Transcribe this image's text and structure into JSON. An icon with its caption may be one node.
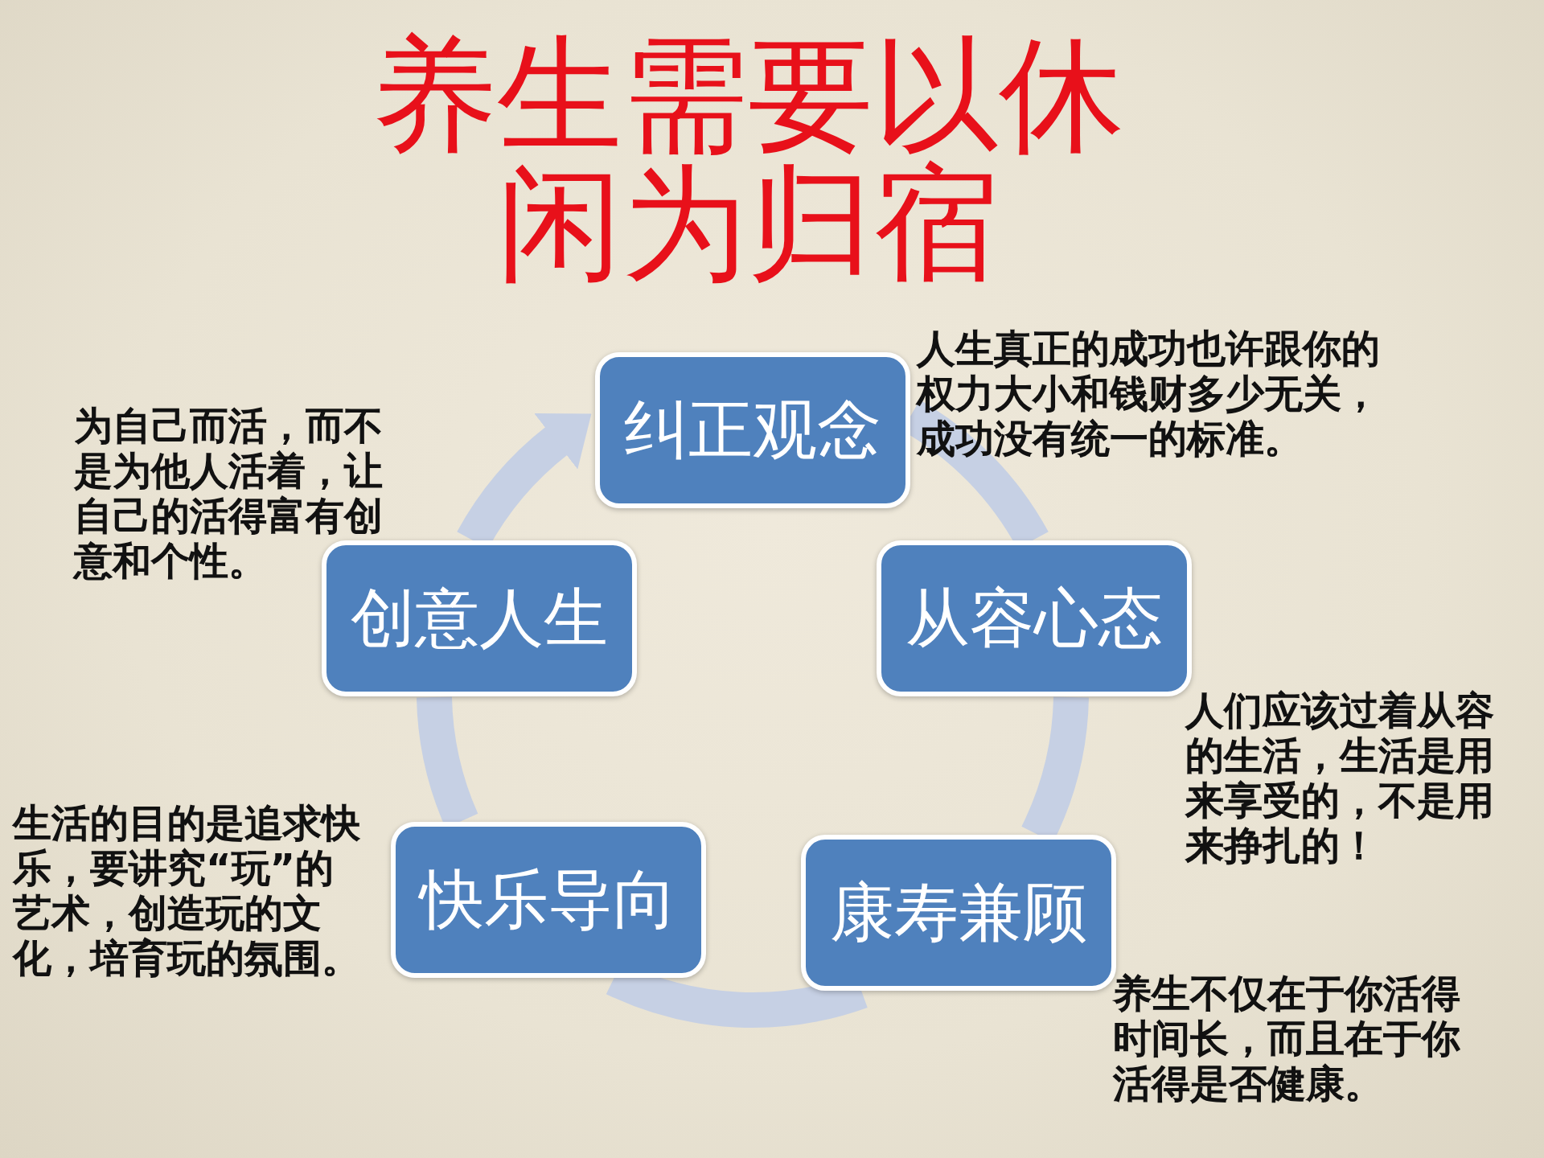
{
  "diagram": {
    "title": "养生需要以休闲为归宿",
    "nodes": [
      {
        "text": [
          "纠正观念"
        ],
        "beside": [
          "人生真正的成功也许跟你的权力大小和钱财多少无关，成功没有统一的标准。"
        ]
      },
      {
        "text": [
          "从容心态"
        ],
        "beside": [
          "人们应该过着从容的生活，生活是用来享受的，不是用来挣扎的！"
        ]
      },
      {
        "text": [
          "康寿兼顾"
        ],
        "beside": [
          "养生不仅在于你活得时间长，而且在于你活得是否健康。"
        ]
      },
      {
        "text": [
          "快乐导向"
        ],
        "beside": [
          "生活的目的是追求快乐，要讲究“玩”的艺术，创造玩的文化，培育玩的氛围。"
        ]
      },
      {
        "text": [
          "创意人生"
        ],
        "beside": [
          "为自己而活，而不是为他人活着，让自己的活得富有创意和个性。"
        ]
      }
    ],
    "edges": [
      {
        "from": 0,
        "to": 1,
        "arrow": "none"
      },
      {
        "from": 1,
        "to": 2,
        "arrow": "none"
      },
      {
        "from": 2,
        "to": 3,
        "arrow": "none"
      },
      {
        "from": 3,
        "to": 4,
        "arrow": "none"
      },
      {
        "from": 4,
        "to": 0,
        "arrow": "to"
      }
    ]
  }
}
